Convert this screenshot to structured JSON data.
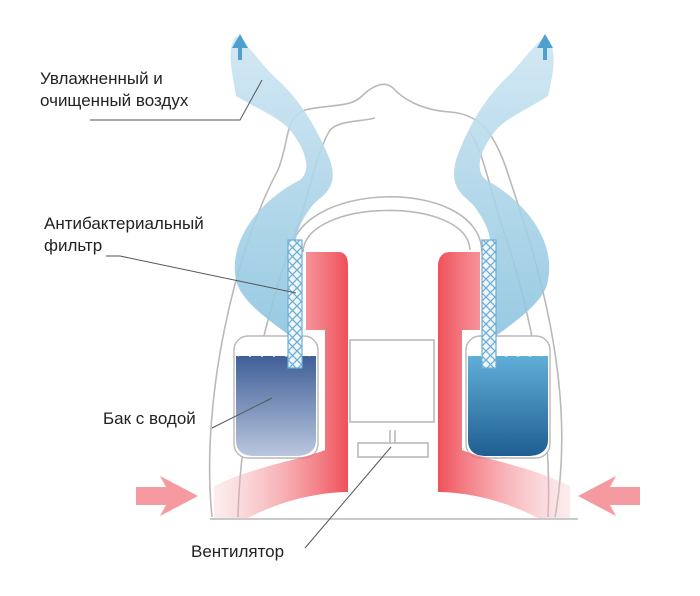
{
  "labels": {
    "humid_air": {
      "line1": "Увлажненный и",
      "line2": "очищенный воздух"
    },
    "filter": {
      "line1": "Антибактериальный",
      "line2": "фильтр"
    },
    "tank": "Бак с водой",
    "fan": "Вентилятор"
  },
  "colors": {
    "hot_air": "#f0505a",
    "intake_air": "#f59aa0",
    "humid_air": "#8cc4df",
    "water_dark": "#3f5f97",
    "water_light": "#60aed8",
    "outline": "#b9b9b9"
  }
}
